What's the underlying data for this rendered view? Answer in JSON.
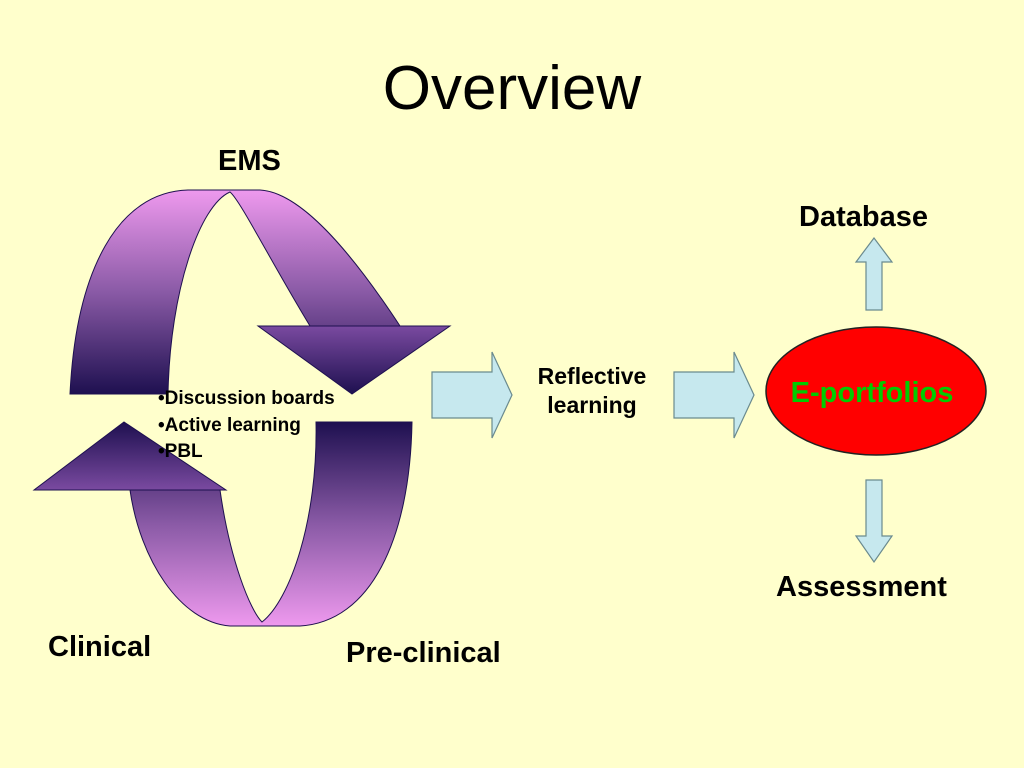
{
  "slide": {
    "title": "Overview"
  },
  "cycle": {
    "top_label": "EMS",
    "left_label": "Clinical",
    "right_label": "Pre-clinical",
    "items": [
      "Discussion boards",
      "Active learning",
      "PBL"
    ]
  },
  "flow": {
    "middle_label": "Reflective learning",
    "center_label": "E-portfolios",
    "up_label": "Database",
    "down_label": "Assessment"
  },
  "colors": {
    "background": "#ffffcc",
    "ellipse_fill": "#ff0000",
    "ellipse_text": "#00cc00",
    "arrow_fill": "#c6e8ee",
    "curve_dark": "#1e1050",
    "curve_light": "#ee99ee"
  }
}
